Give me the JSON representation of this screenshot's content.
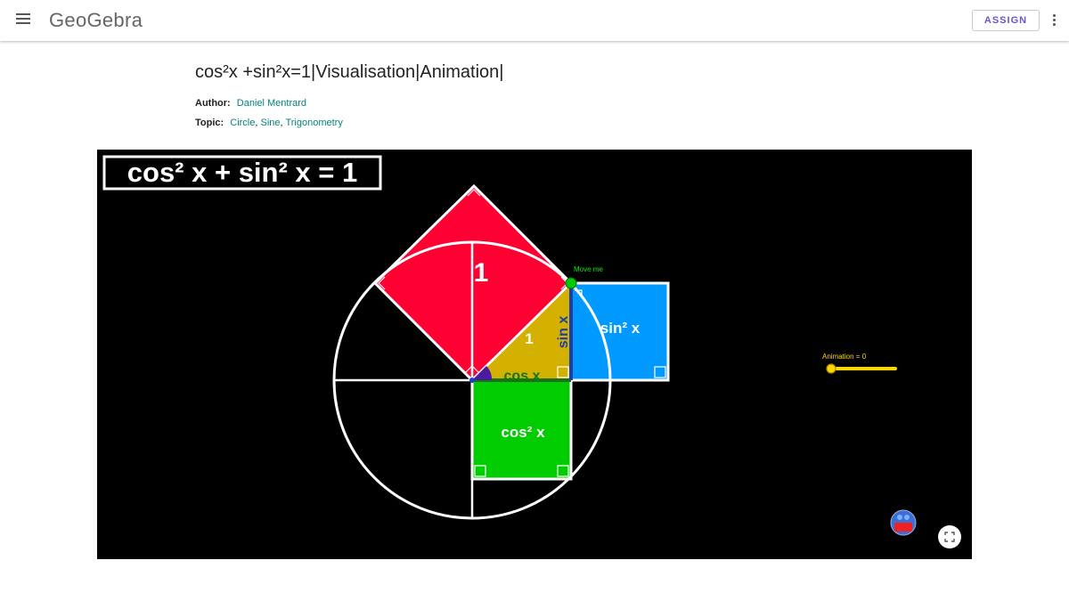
{
  "header": {
    "logo_text": "GeoGebra",
    "assign_label": "ASSIGN",
    "menu_icon": "hamburger-menu-icon",
    "more_icon": "more-vertical-icon"
  },
  "material": {
    "title": "cos²x +sin²x=1|Visualisation|Animation|",
    "author_label": "Author:",
    "author": "Daniel Mentrard",
    "topic_label": "Topic:",
    "topics": [
      "Circle",
      "Sine",
      "Trigonometry"
    ],
    "topic_separator": ", "
  },
  "applet": {
    "formula": "cos² x + sin² x = 1",
    "label_one_big": "1",
    "label_one_small": "1",
    "label_sin": "sin x",
    "label_cos": "cos x",
    "label_sin2": "sin² x",
    "label_cos2": "cos² x",
    "move_me": "Move me",
    "slider_label": "Animation = 0",
    "slider_value": 0,
    "fullscreen_icon": "fullscreen-icon",
    "badge_icon": "author-avatar-icon",
    "colors": {
      "background": "#000000",
      "red_square": "#ff0033",
      "blue_square": "#0099ff",
      "green_square": "#00cc00",
      "triangle": "#d4b000",
      "sin_segment": "#1a3faa",
      "cos_label": "#117711",
      "point": "#00cc00",
      "angle": "#4b1a9e",
      "slider": "#ffd700"
    }
  }
}
